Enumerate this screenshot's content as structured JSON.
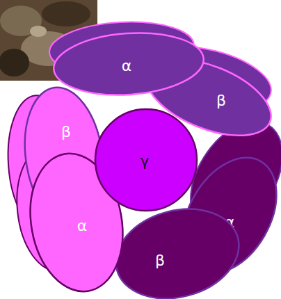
{
  "diagram": {
    "nodes": [
      {
        "text": [
          "α"
        ]
      },
      {
        "text": [
          "β"
        ]
      },
      {
        "text": [
          "β"
        ]
      },
      {
        "text": [
          "γ"
        ]
      },
      {
        "text": [
          "α"
        ]
      },
      {
        "text": [
          "α"
        ]
      },
      {
        "text": [
          "β"
        ]
      }
    ]
  }
}
